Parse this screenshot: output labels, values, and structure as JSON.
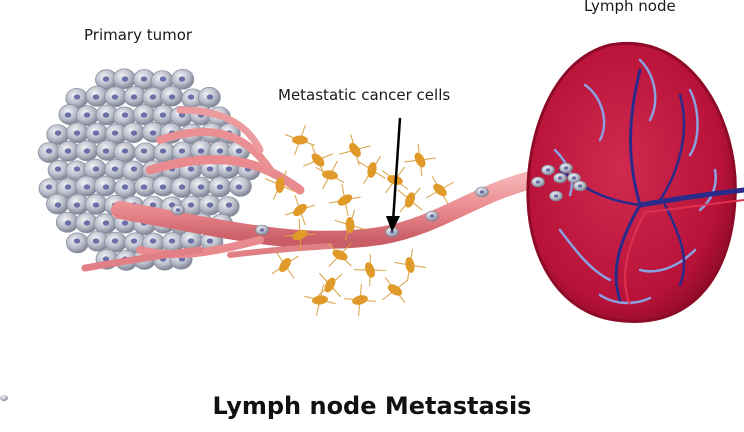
{
  "labels": {
    "primary_tumor": "Primary tumor",
    "metastatic_cells": "Metastatic cancer cells",
    "lymph_node": "Lymph node"
  },
  "title": "Lymph node Metastasis",
  "colors": {
    "tumor_cell": "#b9bdc9",
    "tumor_nucleus": "#6b6fa8",
    "vessel": "#e8868a",
    "vessel_dark": "#c95e66",
    "stromal_cell": "#e09a2a",
    "node_fill": "#c2163e",
    "node_outline": "#8e0b28",
    "node_vein": "#2a2a8a",
    "node_sinus": "#8aa0e0"
  }
}
